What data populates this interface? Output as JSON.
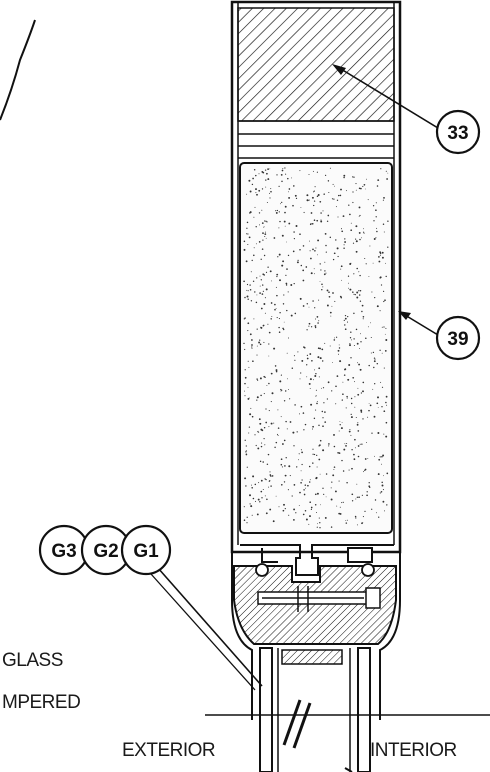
{
  "callouts": {
    "c33": "33",
    "c39": "39",
    "g3": "G3",
    "g2": "G2",
    "g1": "G1"
  },
  "labels": {
    "glass": "GLASS",
    "tempered": "MPERED",
    "exterior": "EXTERIOR",
    "interior": "INTERIOR"
  },
  "colors": {
    "line": "#111111",
    "background": "#ffffff"
  }
}
